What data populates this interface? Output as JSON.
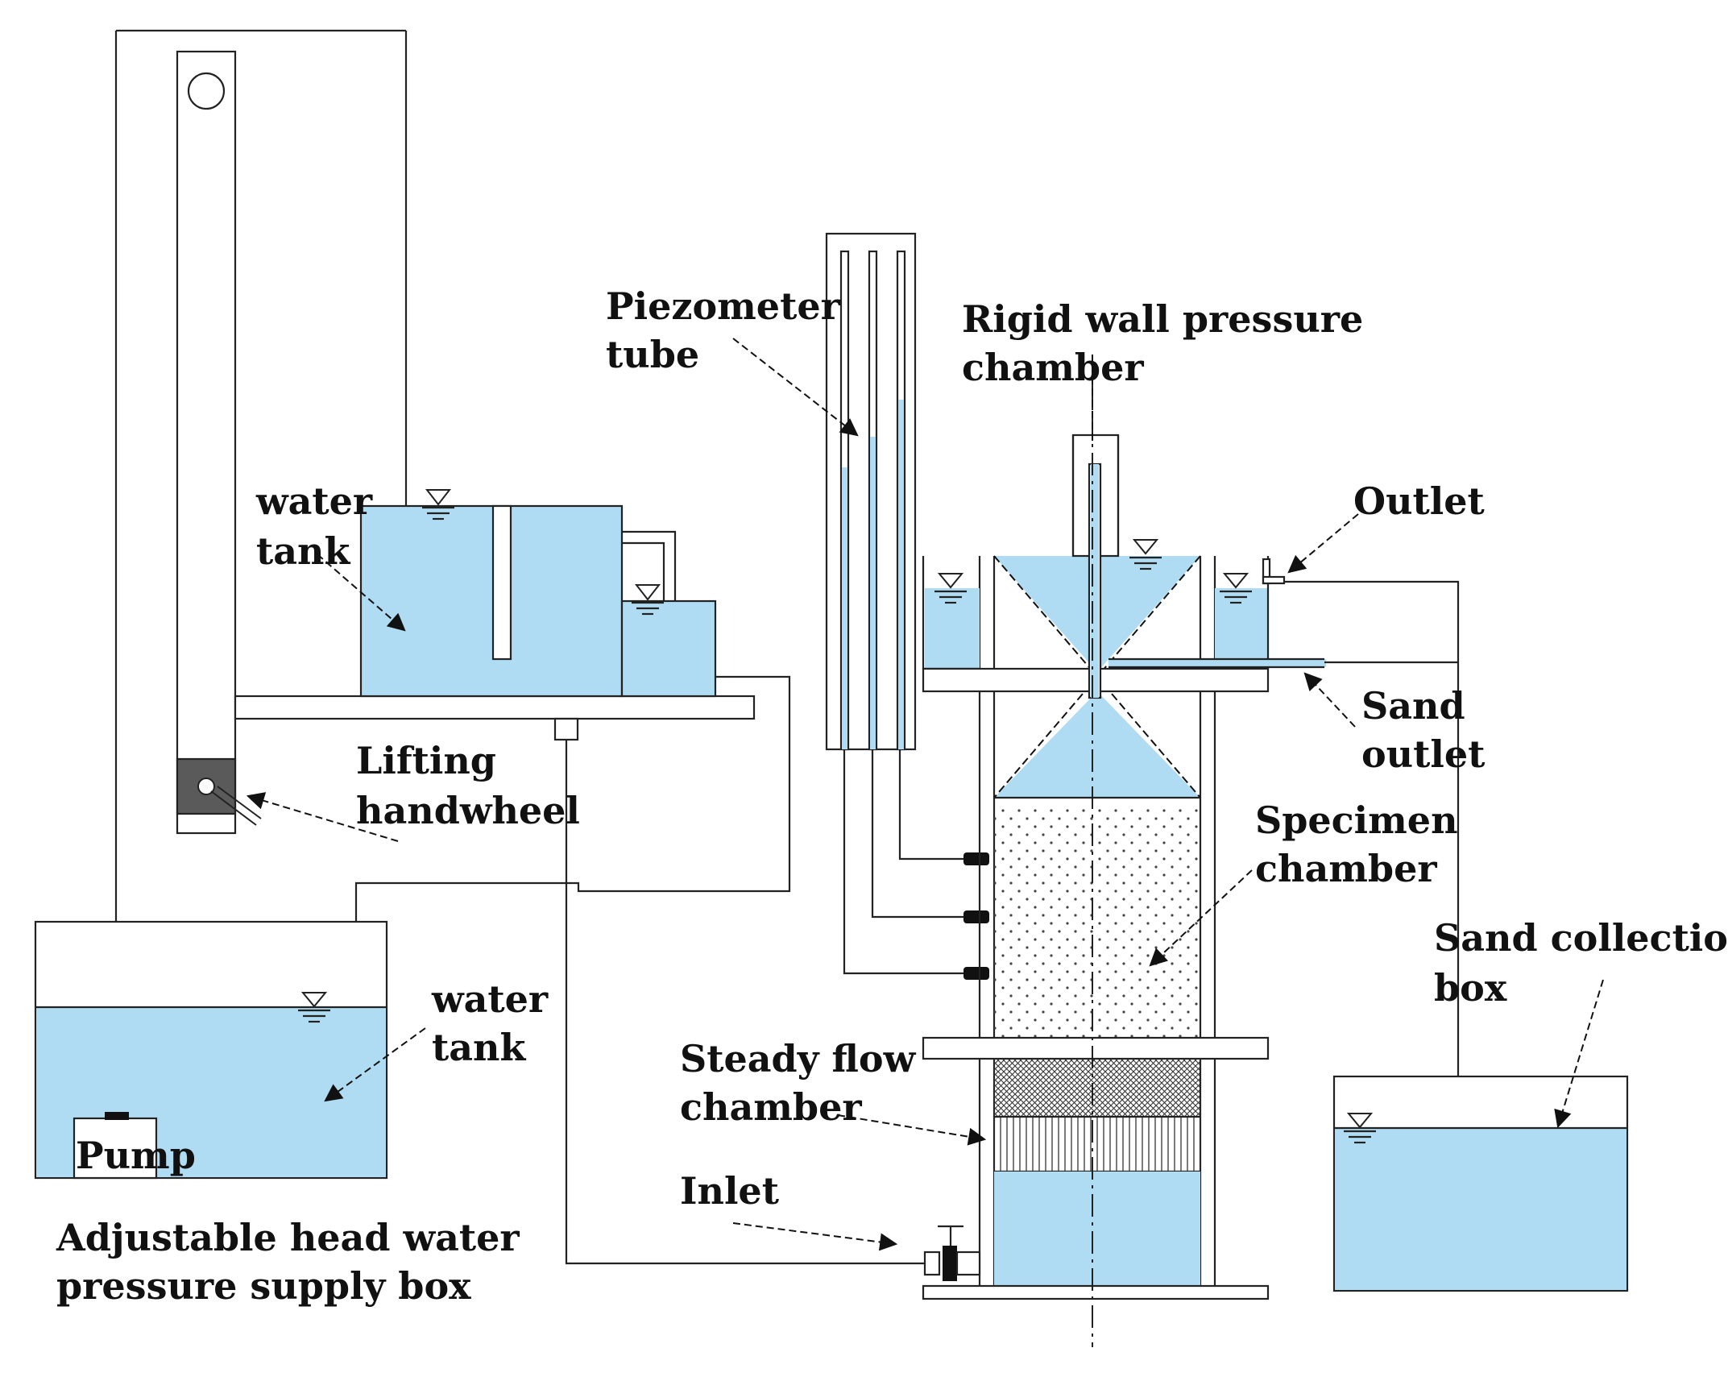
{
  "colors": {
    "water": "#b0dcf3",
    "line": "#222222",
    "handwheel_block": "#5a5a5a",
    "background": "#ffffff"
  },
  "labels": {
    "piezometer_1": "Piezometer",
    "piezometer_2": "tube",
    "rigid_1": "Rigid wall pressure",
    "rigid_2": "chamber",
    "outlet": "Outlet",
    "water_tank_upper_1": "water",
    "water_tank_upper_2": "tank",
    "sand_outlet_1": "Sand",
    "sand_outlet_2": "outlet",
    "lifting_1": "Lifting",
    "lifting_2": "handwheel",
    "specimen_1": "Specimen",
    "specimen_2": "chamber",
    "sand_collection_1": "Sand collection",
    "sand_collection_2": "box",
    "water_tank_lower_1": "water",
    "water_tank_lower_2": "tank",
    "steady_1": "Steady flow",
    "steady_2": "chamber",
    "inlet": "Inlet",
    "pump": "Pump",
    "supply_1": "Adjustable head water",
    "supply_2": "pressure supply box"
  },
  "icons": [
    "water-level-marker-icon",
    "valve-icon",
    "handwheel-icon"
  ]
}
